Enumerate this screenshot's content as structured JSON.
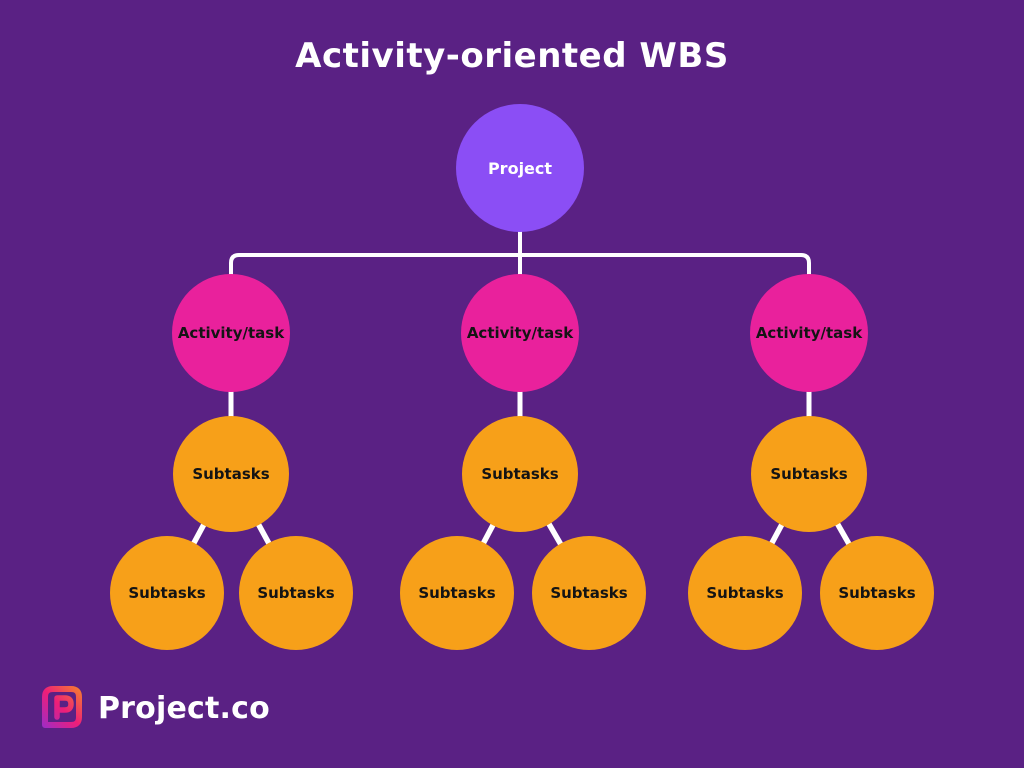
{
  "title": "Activity-oriented WBS",
  "diagram": {
    "root": {
      "label": "Project"
    },
    "branches": [
      {
        "activity_label": "Activity/task",
        "subtask_label": "Subtasks",
        "children": [
          {
            "label": "Subtasks"
          },
          {
            "label": "Subtasks"
          }
        ]
      },
      {
        "activity_label": "Activity/task",
        "subtask_label": "Subtasks",
        "children": [
          {
            "label": "Subtasks"
          },
          {
            "label": "Subtasks"
          }
        ]
      },
      {
        "activity_label": "Activity/task",
        "subtask_label": "Subtasks",
        "children": [
          {
            "label": "Subtasks"
          },
          {
            "label": "Subtasks"
          }
        ]
      }
    ]
  },
  "colors": {
    "background": "#5a2184",
    "project_node": "#8b4ef5",
    "activity_node": "#e9219c",
    "subtask_node": "#f7a019",
    "connector": "#ffffff",
    "title_text": "#ffffff",
    "node_text": "#141414",
    "logo_gradient": [
      "#8b2fd9",
      "#ed1e79",
      "#f7941d"
    ]
  },
  "footer": {
    "logo_text": "Project.co",
    "logo_icon": "project-co-p-icon"
  }
}
